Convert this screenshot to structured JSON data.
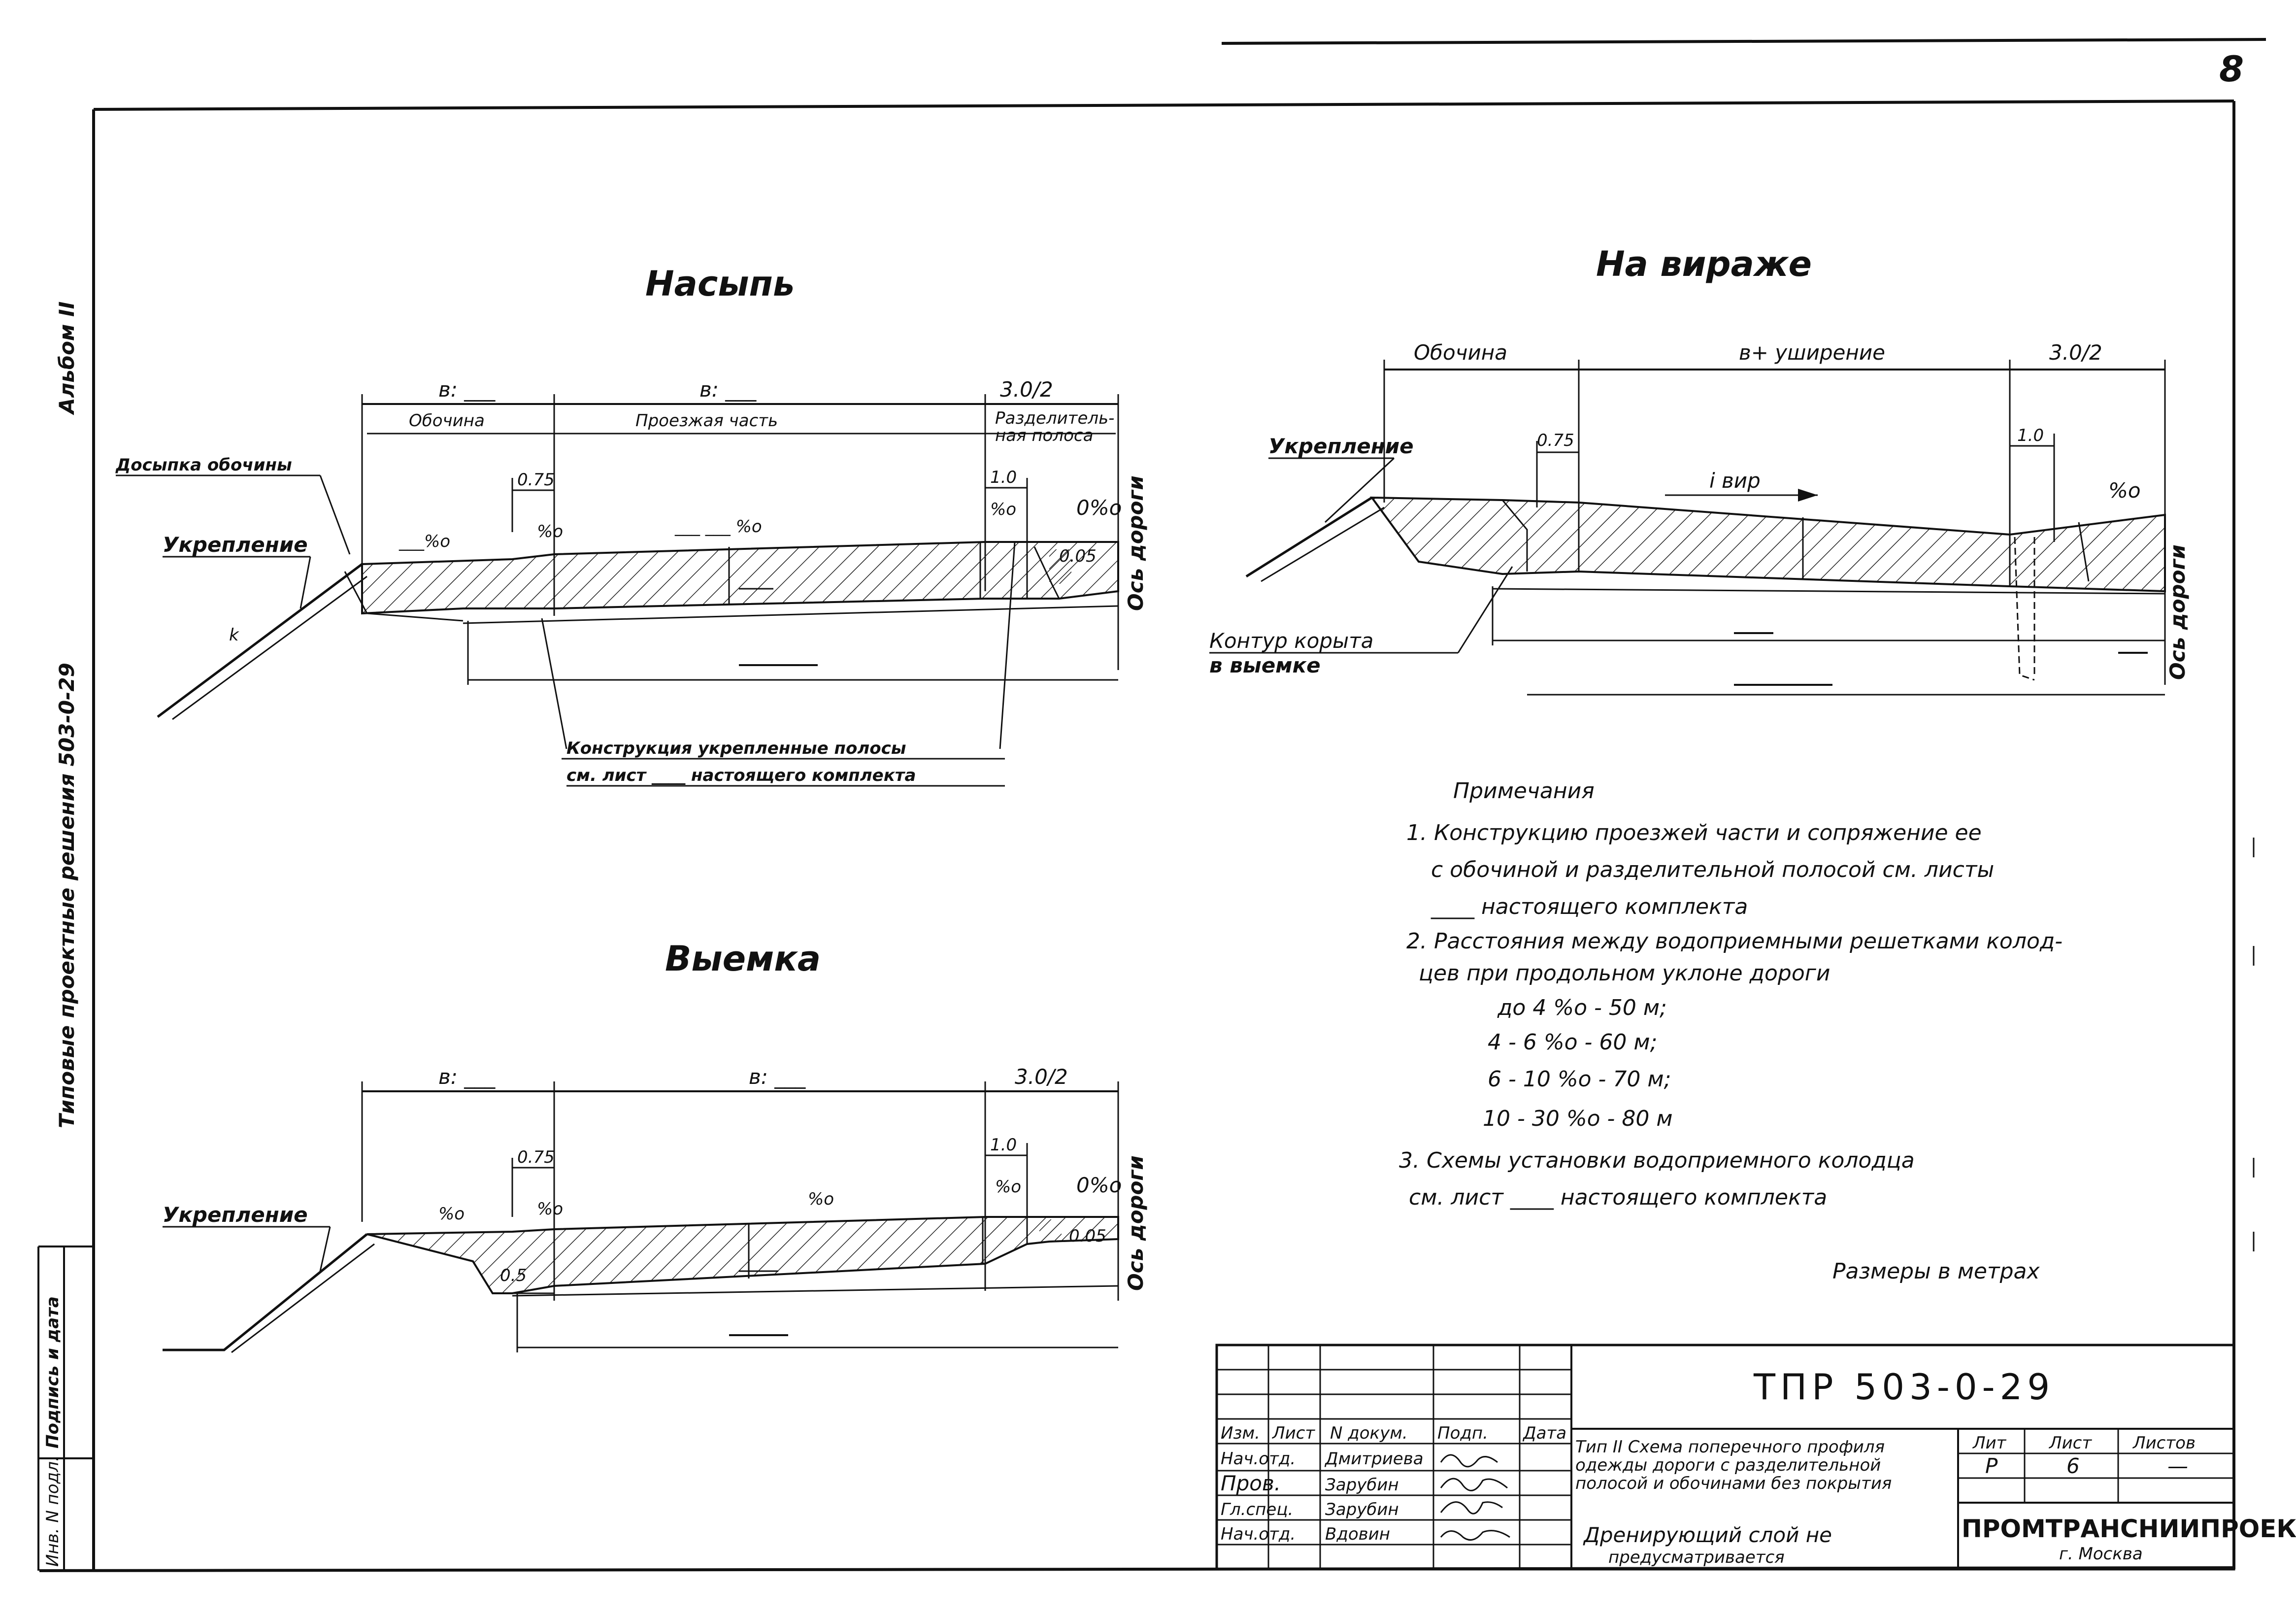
{
  "page_number": "8",
  "side_title": "Альбом II",
  "side_caption": "Типовые проектные решения 503-0-29",
  "sections": {
    "nasyp": {
      "title": "Насыпь",
      "dim_b_label": "в: ___",
      "dim_b2_label": "в: ___",
      "dim_3": "3.0/2",
      "obochina": "Обочина",
      "proezzhaya": "Проезжая часть",
      "razdel_1": "Разделитель-",
      "razdel_2": "ная полоса",
      "dosypka": "Досыпка обочины",
      "ukreplenie": "Укрепление",
      "d075": "0.75",
      "d10": "1.0",
      "d005": "0.05",
      "os_dorogi": "Ось дороги",
      "pm_1": "___%о",
      "pm_2": "%о",
      "pm_3": "___ ___ %о",
      "pm_4": "%о",
      "pm_5": "0%о",
      "k": "k",
      "callout_1": "Конструкция укрепленные полосы",
      "callout_2": "см. лист ____ настоящего комплекта"
    },
    "viraj": {
      "title": "На вираже",
      "obochina": "Обочина",
      "b_ushirenie": "в+ уширение",
      "dim_3": "3.0/2",
      "ukreplenie": "Укрепление",
      "d075": "0.75",
      "d10": "1.0",
      "i_vir": "i вир",
      "pm_1": "%о",
      "os_dorogi": "Ось дороги",
      "kontur_1": "Контур корыта",
      "kontur_2": "в выемке"
    },
    "vyemka": {
      "title": "Выемка",
      "dim_b_label": "в: ___",
      "dim_b2_label": "в: ___",
      "dim_3": "3.0/2",
      "ukreplenie": "Укрепление",
      "d075": "0.75",
      "d10": "1.0",
      "d005": "0.05",
      "d05": "0.5",
      "pm_1": "%о",
      "pm_2": "%о",
      "pm_3": "%о",
      "pm_4": "%о",
      "pm_5": "0%о",
      "os_dorogi": "Ось дороги"
    }
  },
  "notes": {
    "heading": "Примечания",
    "n1_a": "1. Конструкцию проезжей части и сопряжение ее",
    "n1_b": "с обочиной и разделительной полосой см. листы",
    "n1_c": "____ настоящего комплекта",
    "n2_a": "2. Расстояния между водоприемными решетками колод-",
    "n2_b": "цев при продольном уклоне дороги",
    "n2_c": "до 4 %о - 50 м;",
    "n2_d": "4 - 6 %о - 60 м;",
    "n2_e": "6 - 10 %о - 70 м;",
    "n2_f": "10 - 30 %о - 80 м",
    "n3_a": "3. Схемы установки водоприемного колодца",
    "n3_b": "см. лист ____ настоящего комплекта",
    "dims": "Размеры в метрах"
  },
  "title_block": {
    "code": "ТПР 503-0-29",
    "hdr_izm": "Изм.",
    "hdr_list": "Лист",
    "hdr_ndok": "N докум.",
    "hdr_podp": "Подп.",
    "hdr_data": "Дата",
    "r1_role": "Нач.отд.",
    "r1_name": "Дмитриева",
    "r2_role": "Пров.",
    "r2_name": "Зарубин",
    "r3_role": "Гл.спец.",
    "r3_name": "Зарубин",
    "r4_role": "Нач.отд.",
    "r4_name": "Вдовин",
    "desc_1": "Тип II Схема поперечного профиля",
    "desc_2": "одежды дороги с разделительной",
    "desc_3": "полосой и обочинами без покрытия",
    "desc_4": "Дренирующий слой не",
    "desc_5": "предусматривается",
    "lit_h": "Лит",
    "list_h": "Лист",
    "listov_h": "Листов",
    "lit_v": "Р",
    "list_v": "6",
    "listov_v": "—",
    "org": "ПРОМТРАНСНИИПРОЕКТ",
    "city": "г. Москва",
    "side_1": "Подпись и дата",
    "side_2": "Инв. N подл."
  }
}
